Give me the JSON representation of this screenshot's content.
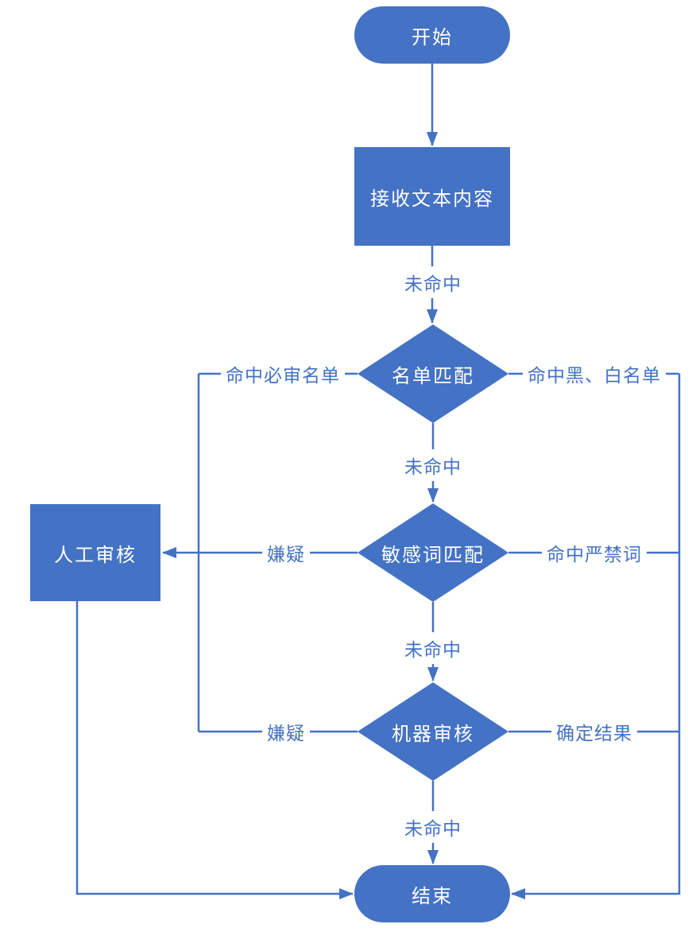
{
  "flowchart": {
    "colors": {
      "shape_fill": "#4472c4",
      "shape_text": "#ffffff",
      "connector": "#4472c4",
      "edge_label_text": "#4472c4",
      "background": "#ffffff"
    },
    "nodes": {
      "start": {
        "label": "开始",
        "type": "terminator"
      },
      "receive_text": {
        "label": "接收文本内容",
        "type": "process"
      },
      "list_match": {
        "label": "名单匹配",
        "type": "decision"
      },
      "sensitive_word_match": {
        "label": "敏感词匹配",
        "type": "decision"
      },
      "machine_review": {
        "label": "机器审核",
        "type": "decision"
      },
      "manual_review": {
        "label": "人工审核",
        "type": "process"
      },
      "end": {
        "label": "结束",
        "type": "terminator"
      }
    },
    "edge_labels": {
      "receive_to_list": "未命中",
      "list_hit_must_review": "命中必审名单",
      "list_hit_black_white": "命中黑、白名单",
      "list_to_sensitive": "未命中",
      "sensitive_suspect": "嫌疑",
      "sensitive_hit_forbidden": "命中严禁词",
      "sensitive_to_machine": "未命中",
      "machine_suspect": "嫌疑",
      "machine_confirmed": "确定结果",
      "machine_to_end": "未命中"
    }
  }
}
